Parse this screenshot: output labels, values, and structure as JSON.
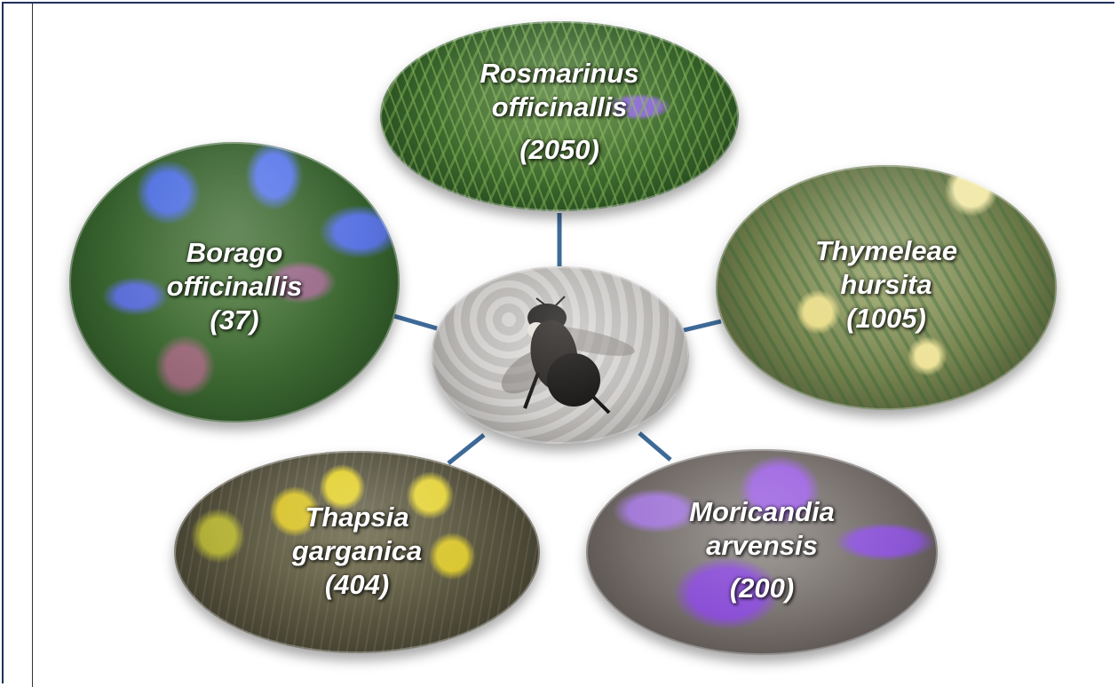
{
  "diagram": {
    "center": {
      "image": "bee-photo"
    },
    "plants": [
      {
        "id": "rosmarinus",
        "name_line1": "Rosmarinus",
        "name_line2": "officinallis",
        "count": "(2050)",
        "image": "rosemary-photo"
      },
      {
        "id": "thymelaea",
        "name_line1": "Thymeleae",
        "name_line2": "hursita",
        "count": "(1005)",
        "image": "thymelaea-photo"
      },
      {
        "id": "moricandia",
        "name_line1": "Moricandia",
        "name_line2": "arvensis",
        "count": "(200)",
        "image": "moricandia-photo"
      },
      {
        "id": "thapsia",
        "name_line1": "Thapsia",
        "name_line2": "garganica",
        "count": "(404)",
        "image": "thapsia-photo"
      },
      {
        "id": "borago",
        "name_line1": "Borago",
        "name_line2": "officinallis",
        "count": "(37)",
        "image": "borage-photo"
      }
    ]
  },
  "colors": {
    "connector": "#3e6a98",
    "frame": "#1f2f5a"
  }
}
